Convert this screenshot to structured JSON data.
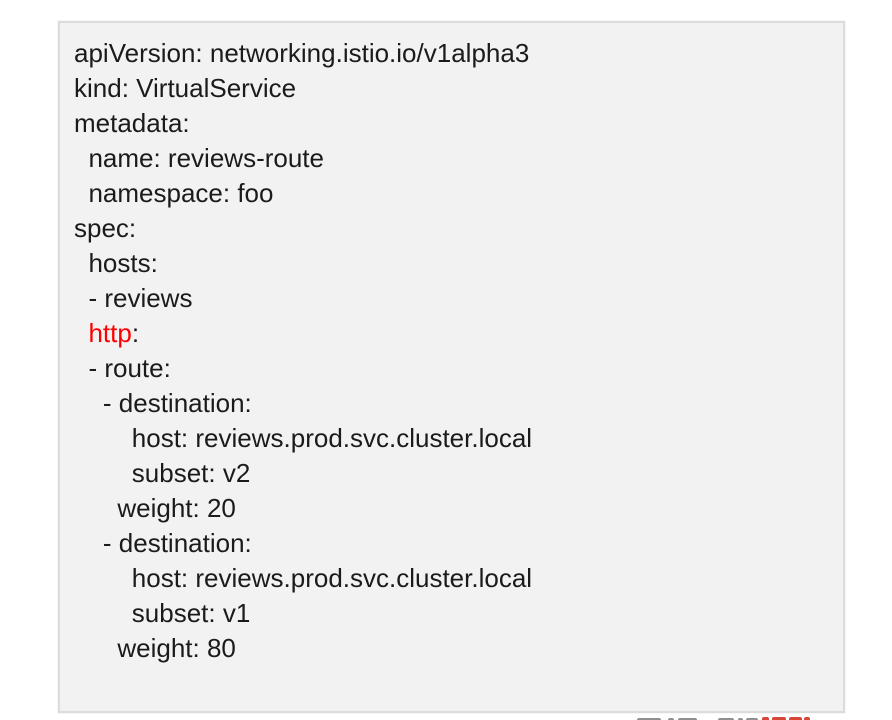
{
  "page": {
    "background": "#ffffff"
  },
  "code_panel": {
    "background": "#f2f2f2",
    "border_color": "#dcdcdc",
    "text_color": "#1b1b1b",
    "highlight_color": "#ff0000",
    "language": "yaml",
    "lines": [
      {
        "segments": [
          {
            "text": "apiVersion: networking.istio.io/v1alpha3"
          }
        ]
      },
      {
        "segments": [
          {
            "text": "kind: VirtualService"
          }
        ]
      },
      {
        "segments": [
          {
            "text": "metadata:"
          }
        ]
      },
      {
        "segments": [
          {
            "text": "  name: reviews-route"
          }
        ]
      },
      {
        "segments": [
          {
            "text": "  namespace: foo"
          }
        ]
      },
      {
        "segments": [
          {
            "text": "spec:"
          }
        ]
      },
      {
        "segments": [
          {
            "text": "  hosts:"
          }
        ]
      },
      {
        "segments": [
          {
            "text": "  - reviews"
          }
        ]
      },
      {
        "segments": [
          {
            "text": "  "
          },
          {
            "text": "http",
            "color": "#ff0000"
          },
          {
            "text": ":"
          }
        ]
      },
      {
        "segments": [
          {
            "text": "  - route:"
          }
        ]
      },
      {
        "segments": [
          {
            "text": "    - destination:"
          }
        ]
      },
      {
        "segments": [
          {
            "text": "        host: reviews.prod.svc.cluster.local"
          }
        ]
      },
      {
        "segments": [
          {
            "text": "        subset: v2"
          }
        ]
      },
      {
        "segments": [
          {
            "text": "      weight: 20"
          }
        ]
      },
      {
        "segments": [
          {
            "text": "    - destination:"
          }
        ]
      },
      {
        "segments": [
          {
            "text": "        host: reviews.prod.svc.cluster.local"
          }
        ]
      },
      {
        "segments": [
          {
            "text": "        subset: v1"
          }
        ]
      },
      {
        "segments": [
          {
            "text": "      weight: 80"
          }
        ]
      }
    ]
  },
  "footer": {
    "description": "cut-off text and logo fragments at bottom edge",
    "gray_fragment_color": "#8f8f8f",
    "red_fragment_color": "#d8473a"
  }
}
